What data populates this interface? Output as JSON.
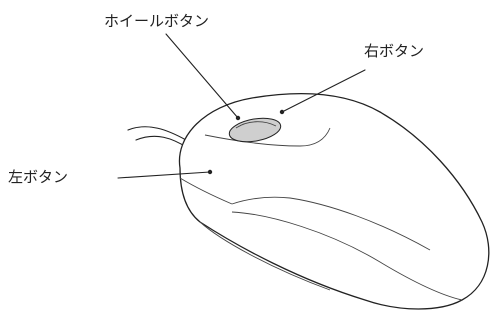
{
  "labels": {
    "wheel_button": "ホイールボタン",
    "right_button": "右ボタン",
    "left_button": "左ボタン"
  },
  "colors": {
    "line": "#222222",
    "wheel_fill": "#cfcfcf",
    "background": "#ffffff"
  }
}
